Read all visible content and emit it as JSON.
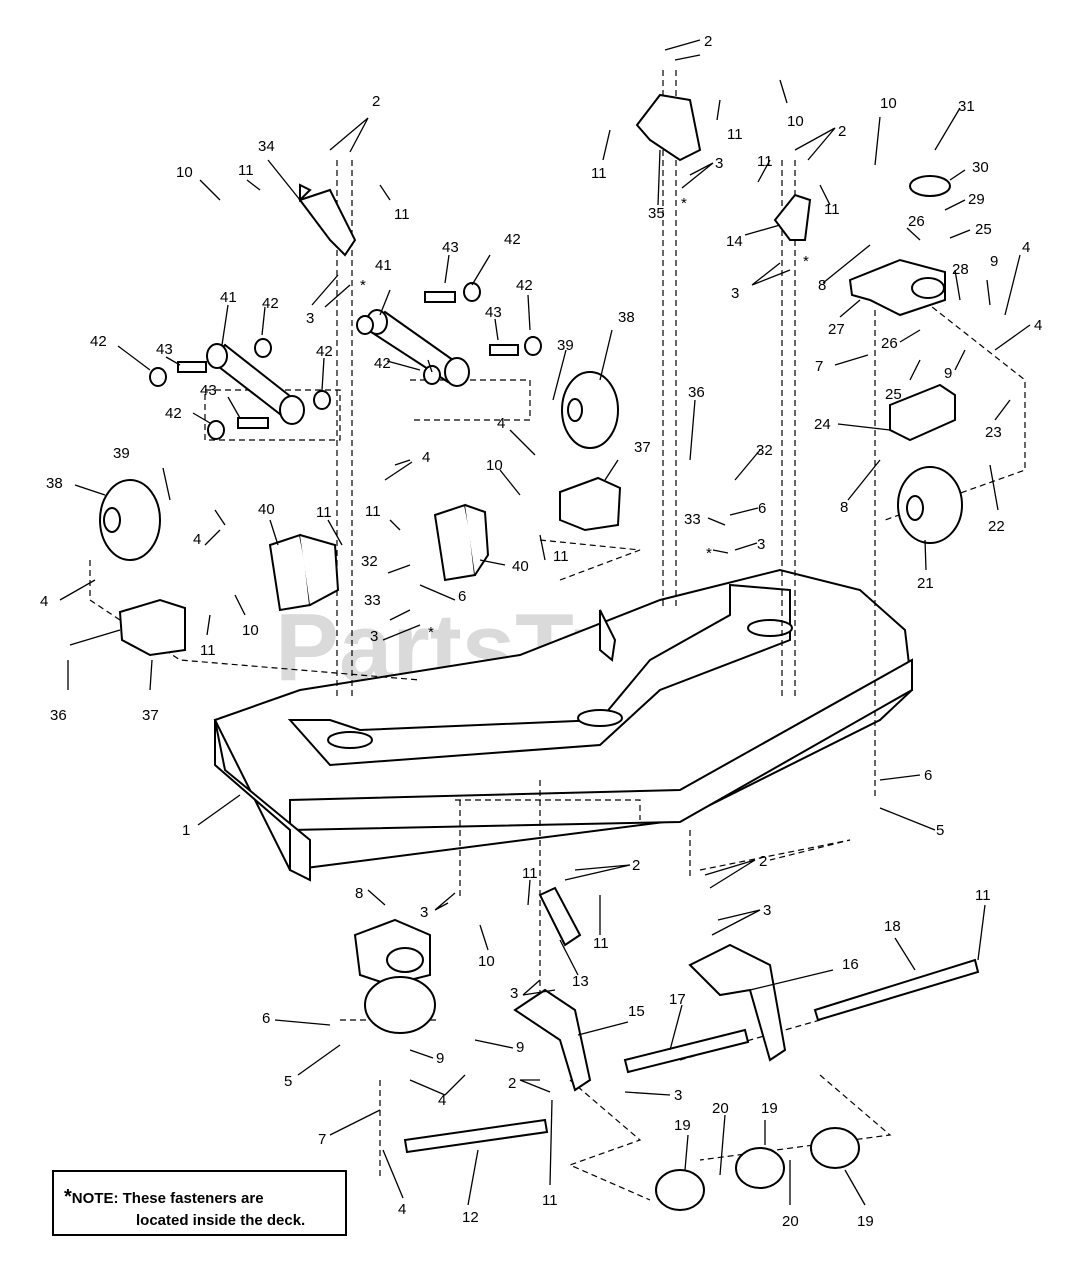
{
  "watermark": "PartsTree",
  "note": {
    "asterisk": "*",
    "line1": "NOTE: These fasteners are",
    "line2": "located inside the deck."
  },
  "callouts": {
    "n1": "1",
    "n2": "2",
    "n3": "3",
    "n4": "4",
    "n5": "5",
    "n6": "6",
    "n7": "7",
    "n8": "8",
    "n9": "9",
    "n10": "10",
    "n11": "11",
    "n12": "12",
    "n13": "13",
    "n14": "14",
    "n15": "15",
    "n16": "16",
    "n17": "17",
    "n18": "18",
    "n19": "19",
    "n20": "20",
    "n21": "21",
    "n22": "22",
    "n23": "23",
    "n24": "24",
    "n25": "25",
    "n26": "26",
    "n27": "27",
    "n28": "28",
    "n29": "29",
    "n30": "30",
    "n31": "31",
    "n32": "32",
    "n33": "33",
    "n34": "34",
    "n35": "35",
    "n36": "36",
    "n37": "37",
    "n38": "38",
    "n39": "39",
    "n40": "40",
    "n41": "41",
    "n42": "42",
    "n43": "43",
    "star": "*"
  }
}
